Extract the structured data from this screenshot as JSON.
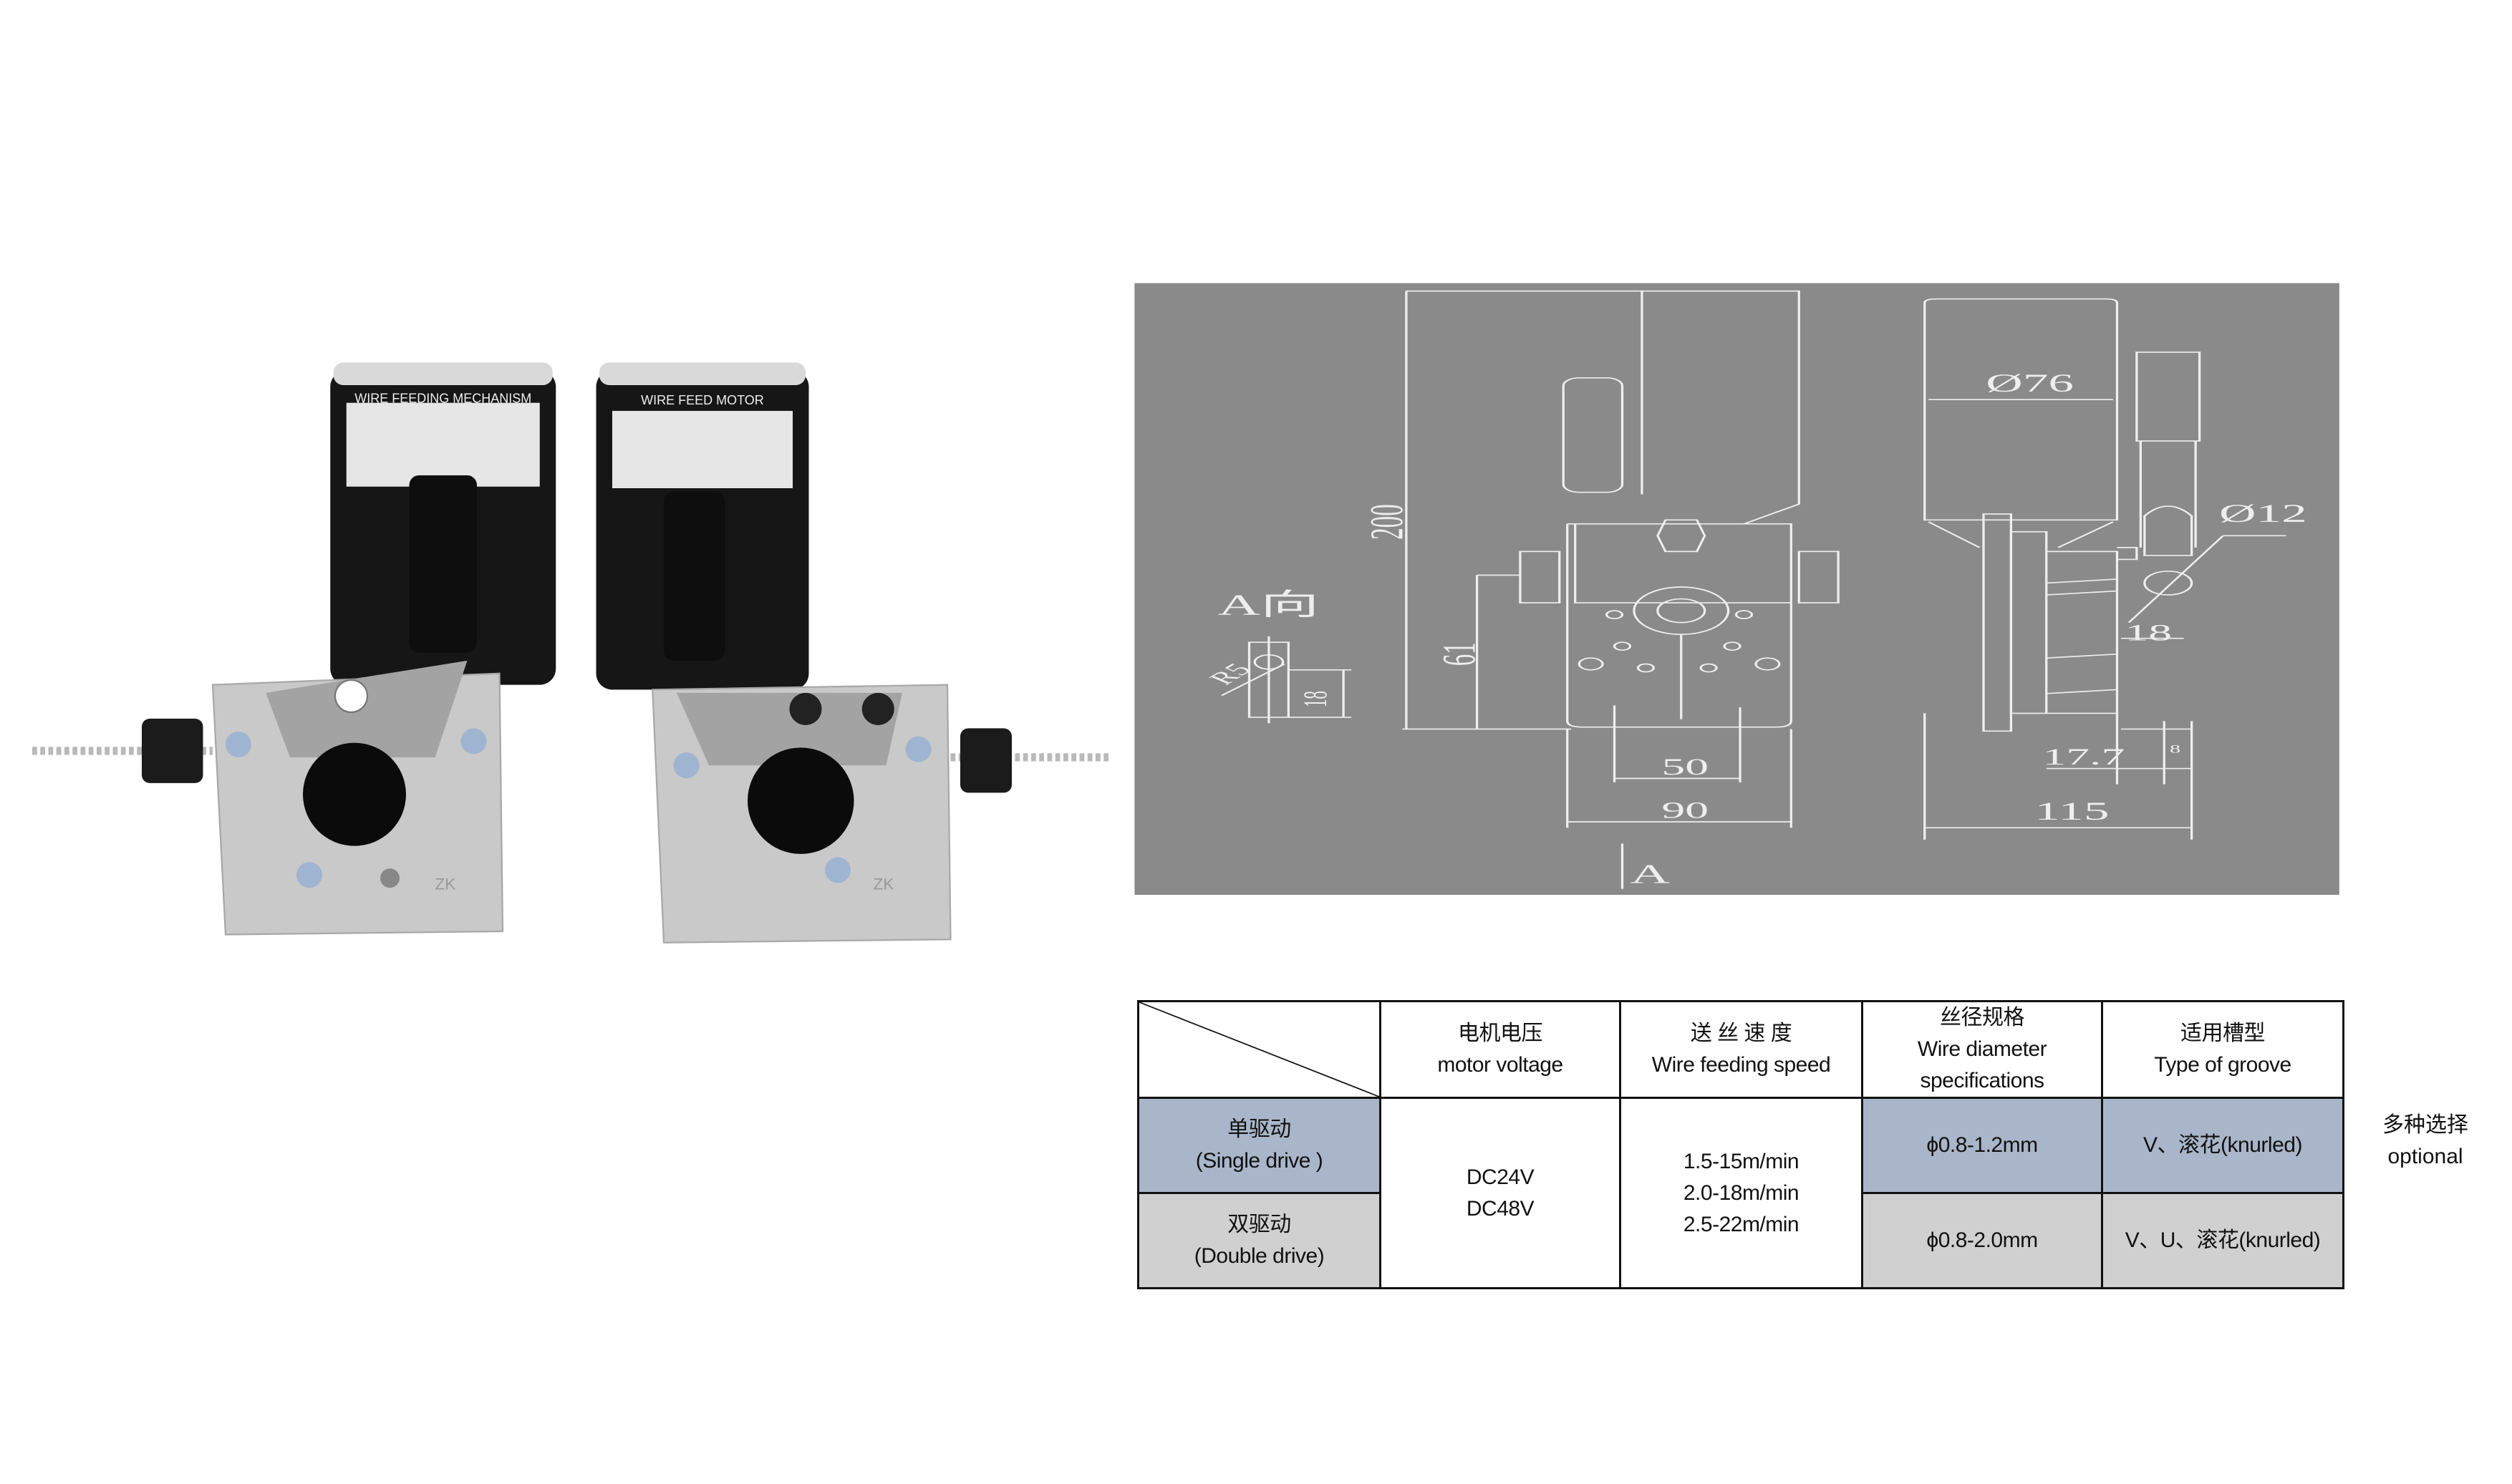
{
  "photo": {
    "left_motor_label": "WIRE FEEDING MECHANISM",
    "right_motor_label": "WIRE FEED MOTOR",
    "bracket_mark": "ZK"
  },
  "drawing": {
    "dim_height": "200",
    "dim_shaft_height": "61",
    "dim_hole_spacing": "50",
    "dim_width": "90",
    "view_arrow": "A",
    "view_label": "A向",
    "dim_radius": "R5",
    "dim_slot": "18",
    "dim_motor_diameter": "Ø76",
    "dim_shaft_diameter": "Ø12",
    "dim_side_18": "18",
    "dim_offset": "17.7",
    "dim_small": "8",
    "dim_depth": "115",
    "colors": {
      "background": "#8a8a8a",
      "lines": "#eeeeee"
    }
  },
  "table": {
    "headers": [
      {
        "cn": "",
        "en": ""
      },
      {
        "cn": "电机电压",
        "en": "motor voltage"
      },
      {
        "cn": "送 丝 速 度",
        "en": "Wire feeding speed"
      },
      {
        "cn": "丝径规格",
        "en": "Wire diameter",
        "en2": "specifications"
      },
      {
        "cn": "适用槽型",
        "en": "Type of groove"
      }
    ],
    "rows": [
      {
        "cn": "单驱动",
        "en": "(Single drive )",
        "wire": "ϕ0.8-1.2mm",
        "groove": "V、滚花(knurled)"
      },
      {
        "cn": "双驱动",
        "en": "(Double drive)",
        "wire": "ϕ0.8-2.0mm",
        "groove": "V、U、滚花(knurled)"
      }
    ],
    "voltage": [
      "DC24V",
      "DC48V"
    ],
    "speed": [
      "1.5-15m/min",
      "2.0-18m/min",
      "2.5-22m/min"
    ],
    "colors": {
      "single": "#a9b6c9",
      "double": "#d1d0d1"
    }
  },
  "note": {
    "cn": "多种选择",
    "en": "optional"
  }
}
